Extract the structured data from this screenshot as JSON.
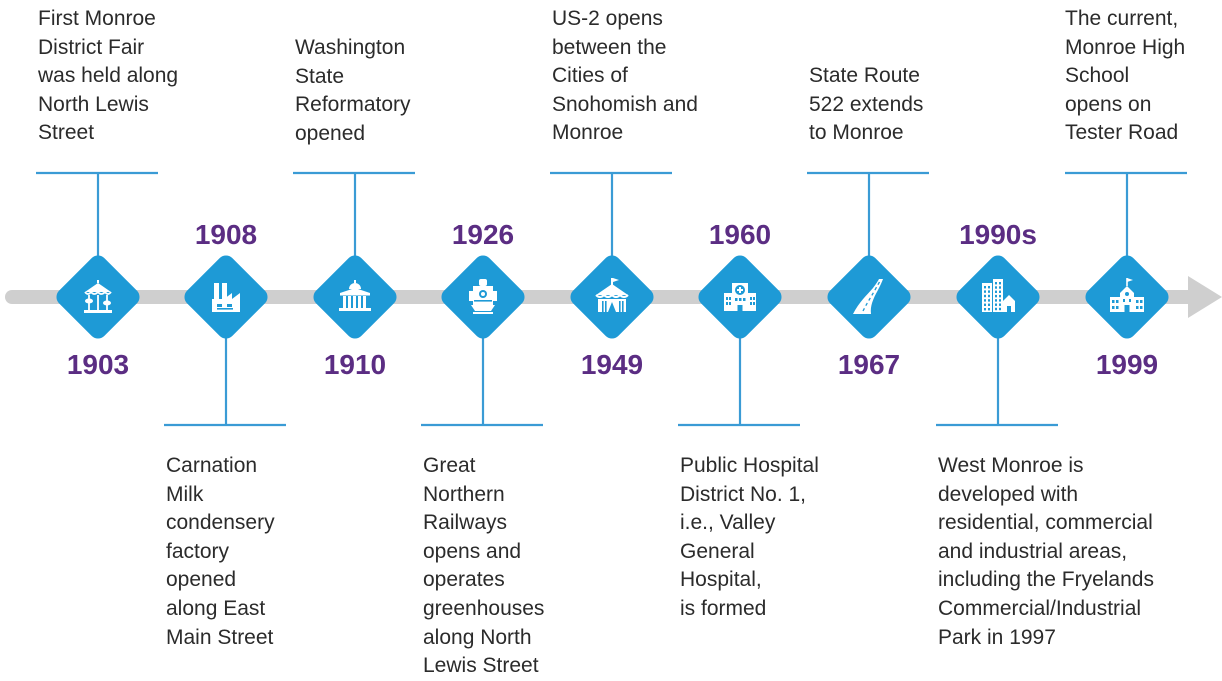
{
  "colors": {
    "axis": "#cfcfcf",
    "node": "#1e9ad6",
    "connector": "#3a9bd5",
    "year": "#5b2d83",
    "text": "#2b2b2b",
    "icon": "#ffffff"
  },
  "events": [
    {
      "id": "1903",
      "year": "1903",
      "icon": "carousel-icon",
      "position": "top",
      "text": "First Monroe\nDistrict Fair\nwas held along\nNorth Lewis\nStreet"
    },
    {
      "id": "1908",
      "year": "1908",
      "icon": "factory-icon",
      "position": "bottom",
      "text": "Carnation\nMilk\ncondensery\nfactory\nopened\nalong East\nMain Street"
    },
    {
      "id": "1910",
      "year": "1910",
      "icon": "capitol-building-icon",
      "position": "top",
      "text": "Washington\nState\nReformatory\nopened"
    },
    {
      "id": "1926",
      "year": "1926",
      "icon": "locomotive-icon",
      "position": "bottom",
      "text": "Great\nNorthern\nRailways\nopens and\noperates\ngreenhouses\nalong North\nLewis Street"
    },
    {
      "id": "1949",
      "year": "1949",
      "icon": "fair-tent-icon",
      "position": "top",
      "text": "US-2 opens\nbetween the\nCities of\nSnohomish and\nMonroe"
    },
    {
      "id": "1960",
      "year": "1960",
      "icon": "hospital-icon",
      "position": "bottom",
      "text": "Public Hospital\nDistrict No. 1,\ni.e., Valley\nGeneral\nHospital,\nis formed"
    },
    {
      "id": "1967",
      "year": "1967",
      "icon": "road-icon",
      "position": "top",
      "text": "State Route\n522 extends\nto Monroe"
    },
    {
      "id": "1990s",
      "year": "1990s",
      "icon": "buildings-icon",
      "position": "bottom",
      "text": "West Monroe is\ndeveloped with\nresidential, commercial\nand industrial areas,\nincluding the Fryelands\nCommercial/Industrial\nPark in 1997"
    },
    {
      "id": "1999",
      "year": "1999",
      "icon": "school-icon",
      "position": "top",
      "text": "The current,\nMonroe High\nSchool\nopens on\nTester Road"
    }
  ]
}
